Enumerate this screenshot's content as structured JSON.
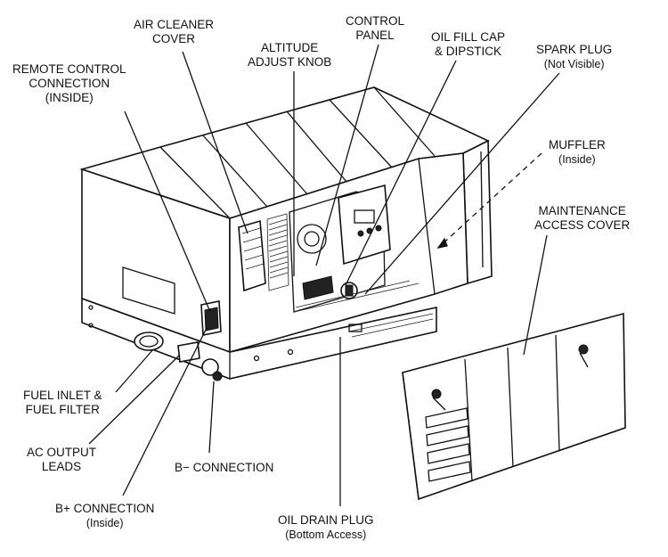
{
  "labels": {
    "air_cleaner": [
      "AIR CLEANER",
      "COVER"
    ],
    "control_panel": [
      "CONTROL",
      "PANEL"
    ],
    "altitude": [
      "ALTITUDE",
      "ADJUST KNOB"
    ],
    "oil_fill": [
      "OIL FILL CAP",
      "& DIPSTICK"
    ],
    "spark_plug": [
      "SPARK PLUG",
      "(Not Visible)"
    ],
    "remote_control": [
      "REMOTE CONTROL",
      "CONNECTION",
      "(INSIDE)"
    ],
    "muffler": [
      "MUFFLER",
      "(Inside)"
    ],
    "maintenance_cover": [
      "MAINTENANCE",
      "ACCESS COVER"
    ],
    "fuel_inlet": [
      "FUEL INLET &",
      "FUEL FILTER"
    ],
    "ac_output": [
      "AC OUTPUT",
      "LEADS"
    ],
    "b_minus": [
      "B−  CONNECTION"
    ],
    "b_plus": [
      "B+ CONNECTION",
      "(Inside)"
    ],
    "oil_drain": [
      "OIL DRAIN PLUG",
      "(Bottom Access)"
    ]
  }
}
